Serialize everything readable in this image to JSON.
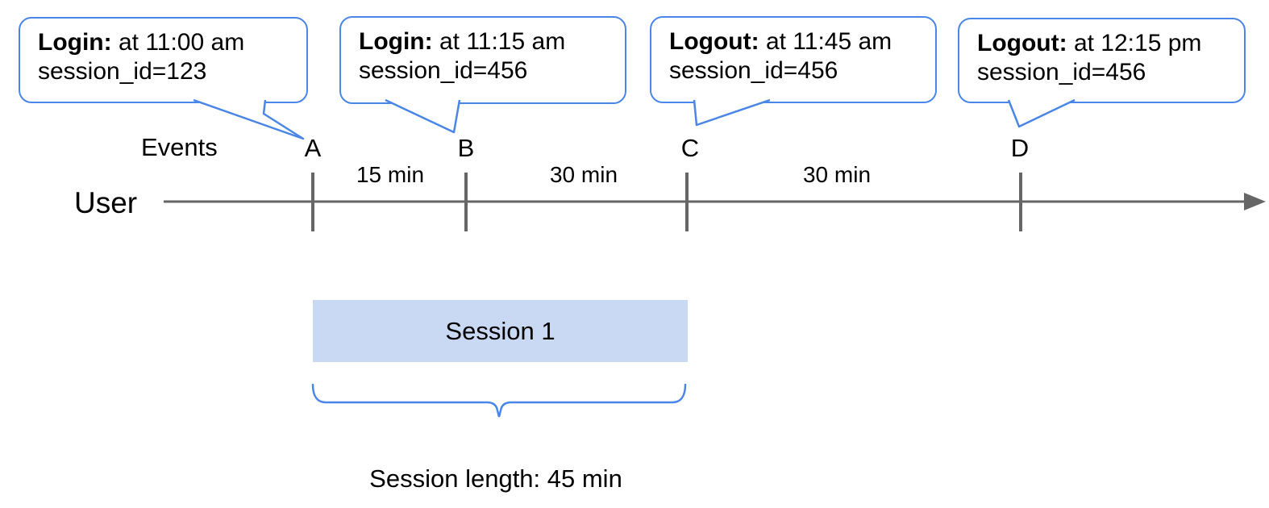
{
  "colors": {
    "accent_blue": "#4a86e8",
    "session_fill": "#c9d9f4",
    "line_gray": "#666666",
    "text_black": "#000000"
  },
  "callouts": [
    {
      "title": "Login:",
      "time_text": " at 11:00 am",
      "detail": "session_id=123"
    },
    {
      "title": "Login:",
      "time_text": " at 11:15 am",
      "detail": "session_id=456"
    },
    {
      "title": "Logout:",
      "time_text": " at 11:45 am",
      "detail": "session_id=456"
    },
    {
      "title": "Logout:",
      "time_text": " at 12:15 pm",
      "detail": "session_id=456"
    }
  ],
  "timeline": {
    "events_label": "Events",
    "user_label": "User",
    "points": [
      {
        "label": "A"
      },
      {
        "label": "B"
      },
      {
        "label": "C"
      },
      {
        "label": "D"
      }
    ],
    "intervals": [
      {
        "label": "15 min"
      },
      {
        "label": "30 min"
      },
      {
        "label": "30 min"
      }
    ]
  },
  "session": {
    "box_label": "Session 1",
    "length_label": "Session length: 45 min"
  }
}
